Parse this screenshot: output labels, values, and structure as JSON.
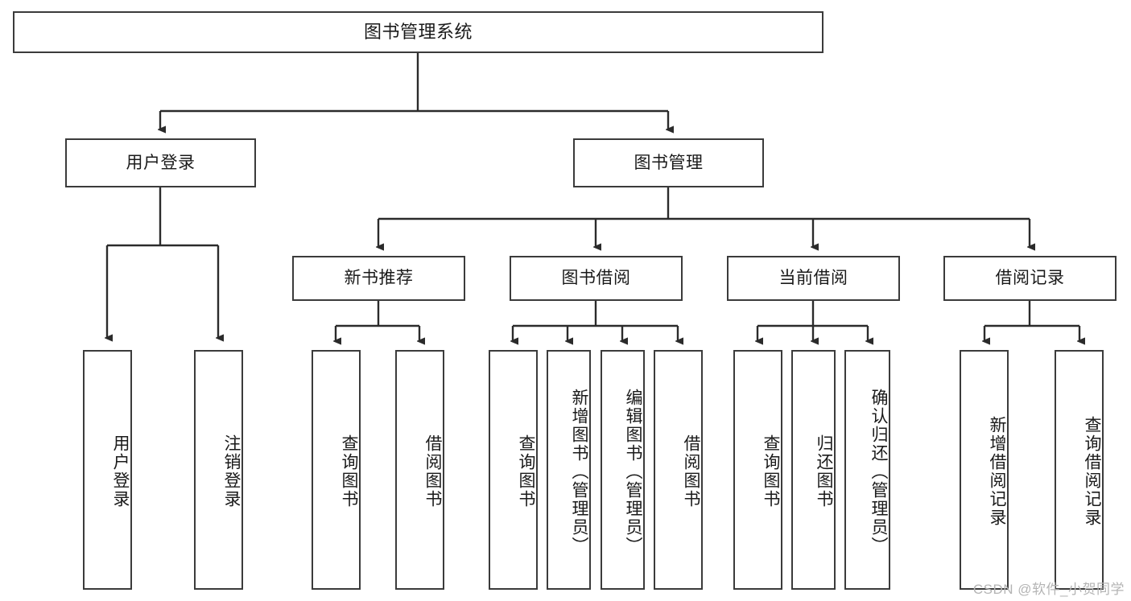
{
  "diagram": {
    "type": "tree",
    "title": "图书管理系统",
    "watermark": "CSDN @软件_小贺同学",
    "colors": {
      "box_border": "#3b3b3b",
      "box_fill": "#ffffff",
      "connector": "#2b2b2b",
      "text": "#1a1a1a",
      "watermark": "#b4b4b4",
      "background": "#ffffff"
    },
    "levels": {
      "root": {
        "label": "图书管理系统"
      },
      "level1": [
        {
          "id": "user-login",
          "label": "用户登录"
        },
        {
          "id": "book-manage",
          "label": "图书管理"
        }
      ],
      "level2": [
        {
          "id": "new-book-recommend",
          "label": "新书推荐",
          "parent": "book-manage"
        },
        {
          "id": "book-borrow",
          "label": "图书借阅",
          "parent": "book-manage"
        },
        {
          "id": "current-borrow",
          "label": "当前借阅",
          "parent": "book-manage"
        },
        {
          "id": "borrow-record",
          "label": "借阅记录",
          "parent": "book-manage"
        }
      ],
      "leaves": [
        {
          "id": "leaf-user-login",
          "label": "用户登录",
          "parent": "user-login"
        },
        {
          "id": "leaf-user-logout",
          "label": "注销登录",
          "parent": "user-login"
        },
        {
          "id": "leaf-query-book-1",
          "label": "查询图书",
          "parent": "new-book-recommend"
        },
        {
          "id": "leaf-borrow-book-1",
          "label": "借阅图书",
          "parent": "new-book-recommend"
        },
        {
          "id": "leaf-query-book-2",
          "label": "查询图书",
          "parent": "book-borrow"
        },
        {
          "id": "leaf-add-book",
          "label": "新增图书（管理员）",
          "parent": "book-borrow"
        },
        {
          "id": "leaf-edit-book",
          "label": "编辑图书（管理员）",
          "parent": "book-borrow"
        },
        {
          "id": "leaf-borrow-book-2",
          "label": "借阅图书",
          "parent": "book-borrow"
        },
        {
          "id": "leaf-query-book-3",
          "label": "查询图书",
          "parent": "current-borrow"
        },
        {
          "id": "leaf-return-book",
          "label": "归还图书",
          "parent": "current-borrow"
        },
        {
          "id": "leaf-confirm-return",
          "label": "确认归还（管理员）",
          "parent": "current-borrow"
        },
        {
          "id": "leaf-add-record",
          "label": "新增借阅记录",
          "parent": "borrow-record"
        },
        {
          "id": "leaf-query-record",
          "label": "查询借阅记录",
          "parent": "borrow-record"
        }
      ]
    }
  }
}
